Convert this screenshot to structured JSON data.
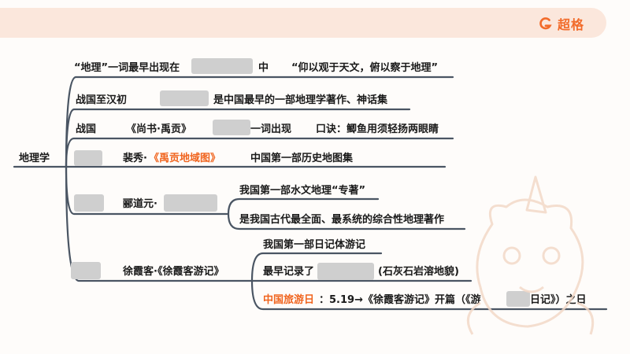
{
  "brand": {
    "name": "超格",
    "color": "#f26b2a"
  },
  "root": {
    "label": "地理学"
  },
  "branches": {
    "b1": {
      "a": "“地理”一词最早出现在",
      "b": "中",
      "c": "“仰以观于天文，俯以察于地理”"
    },
    "b2": {
      "a": "战国至汉初",
      "b": "是中国最早的一部地理学著作、神话集"
    },
    "b3": {
      "a": "战国",
      "b": "《尚书·禹贡》",
      "c": "一词出现",
      "d": "口诀：鲫鱼用须轻扬两眼睛"
    },
    "b4": {
      "a": "裴秀·",
      "b": "《禹贡地域图》",
      "c": "中国第一部历史地图集"
    },
    "b5": {
      "a": "郦道元·",
      "sub1": "我国第一部水文地理“专著”",
      "sub2": "是我国古代最全面、最系统的综合性地理著作"
    },
    "b6": {
      "a": "徐霞客·《徐霞客游记》",
      "sub1": "我国第一部日记体游记",
      "sub2a": "最早记录了",
      "sub2b": "(石灰石岩溶地貌)",
      "sub3a": "中国旅游日",
      "sub3b": "：5.19→《徐霞客游记》开篇（《游",
      "sub3c": "日记》）之日"
    }
  },
  "colors": {
    "line": "#4a5563",
    "accent": "#f0641e",
    "blank": "#cfcfcf",
    "banner": "#fbe7dc"
  }
}
